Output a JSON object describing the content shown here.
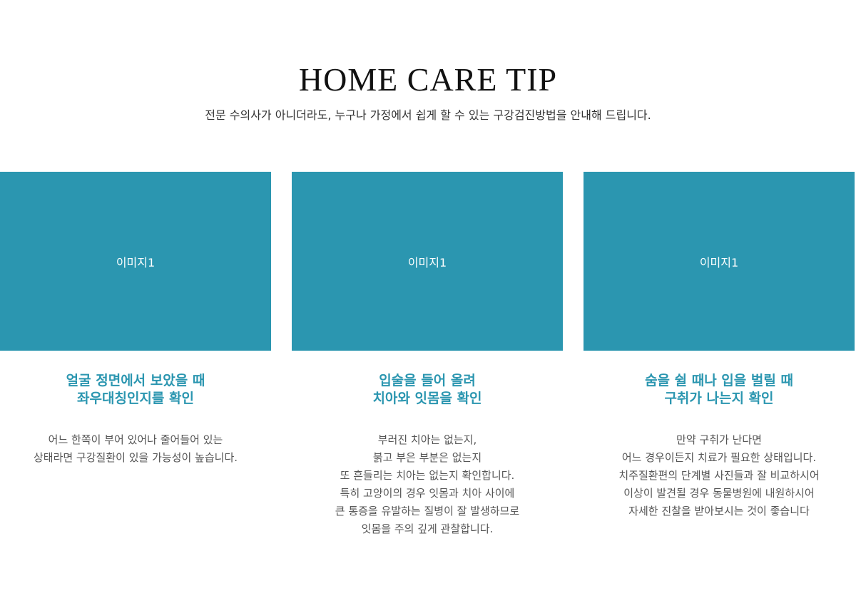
{
  "header": {
    "title": "HOME CARE TIP",
    "subtitle": "전문 수의사가 아니더라도, 누구나 가정에서 쉽게 할 수 있는 구강검진방법을 안내해 드립니다."
  },
  "cards": [
    {
      "image_label": "이미지1",
      "title": "얼굴 정면에서 보았을 때\n좌우대칭인지를 확인",
      "body": "어느 한쪽이 부어 있어나 줄어들어 있는\n상태라면 구강질환이 있을 가능성이 높습니다."
    },
    {
      "image_label": "이미지1",
      "title": "입술을 들어 올려\n치아와 잇몸을 확인",
      "body": "부러진 치아는 없는지,\n붉고 부은 부분은 없는지\n또 흔들리는 치아는 없는지 확인합니다.\n특히 고양이의 경우 잇몸과 치아 사이에\n큰 통증을 유발하는 질병이 잘 발생하므로\n잇몸을 주의 깊게 관찰합니다."
    },
    {
      "image_label": "이미지1",
      "title": "숨을 쉴 때나 입을 벌릴 때\n구취가 나는지 확인",
      "body": "만약 구취가 난다면\n어느 경우이든지 치료가 필요한 상태입니다.\n치주질환편의 단계별 사진들과 잘 비교하시어\n이상이 발견될 경우 동물병원에 내원하시어\n자세한 진찰을 받아보시는 것이 좋습니다"
    }
  ],
  "colors": {
    "accent": "#2b96b0",
    "title_text": "#111111",
    "body_text": "#555555",
    "background": "#ffffff"
  }
}
